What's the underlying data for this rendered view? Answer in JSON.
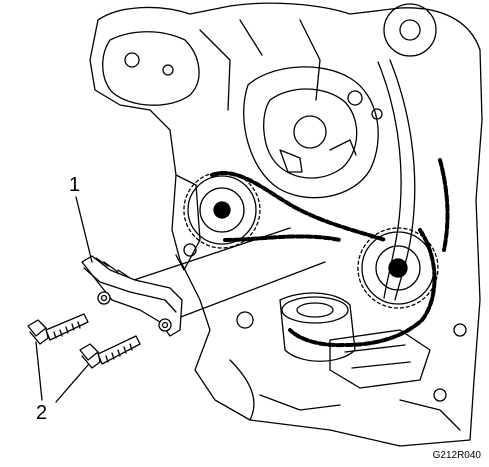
{
  "callouts": {
    "one": "1",
    "two": "2"
  },
  "figure_code": "G212R040",
  "colors": {
    "ink": "#000000",
    "paper": "#ffffff",
    "shade": "#d9d9d9"
  }
}
